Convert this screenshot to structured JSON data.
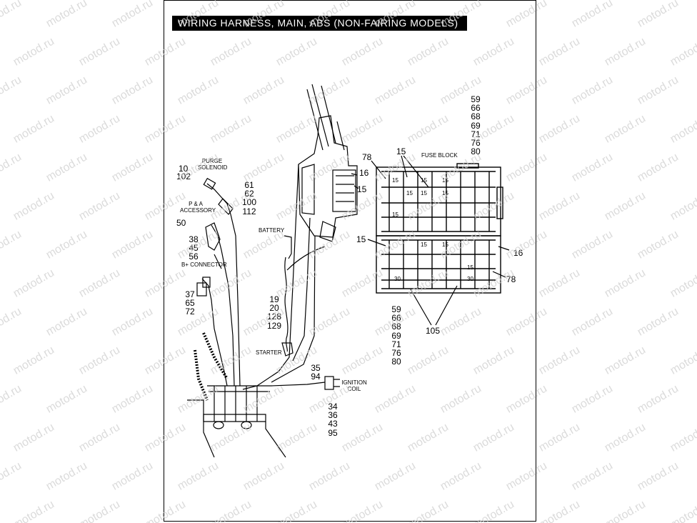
{
  "title": "WIRING HARNESS, MAIN, ABS (NON-FAIRING MODELS)",
  "watermark": "motod.ru",
  "labels": {
    "purge_solenoid": "PURGE\nSOLENOID",
    "pa_accessory": "P & A\nACCESSORY",
    "b_plus_connector": "B+ CONNECTOR",
    "battery": "BATTERY",
    "starter": "STARTER",
    "ignition_coil": "IGNITION\nCOIL",
    "fuse_block": "FUSE BLOCK"
  },
  "callouts": {
    "c10": "10",
    "c102": "102",
    "c61": [
      "61",
      "62",
      "100",
      "112"
    ],
    "c50": "50",
    "c38": [
      "38",
      "45",
      "56"
    ],
    "c37": [
      "37",
      "65",
      "72"
    ],
    "c19": [
      "19",
      "20",
      "128",
      "129"
    ],
    "c35": [
      "35",
      "94"
    ],
    "c34": [
      "34",
      "36",
      "43",
      "95"
    ],
    "c16a": "16",
    "c15a": "15",
    "c15b": "15",
    "c78a": "78",
    "c15c": "15",
    "c16b": "16",
    "c78b": "78",
    "c105": "105",
    "top_list": [
      "59",
      "66",
      "68",
      "69",
      "71",
      "76",
      "80"
    ],
    "bottom_list": [
      "59",
      "66",
      "68",
      "69",
      "71",
      "76",
      "80"
    ]
  },
  "fuse_block_cells": [
    "15",
    "15",
    "15",
    "15",
    "15",
    "15",
    "15",
    "15",
    "15",
    "15",
    "30",
    "30"
  ]
}
